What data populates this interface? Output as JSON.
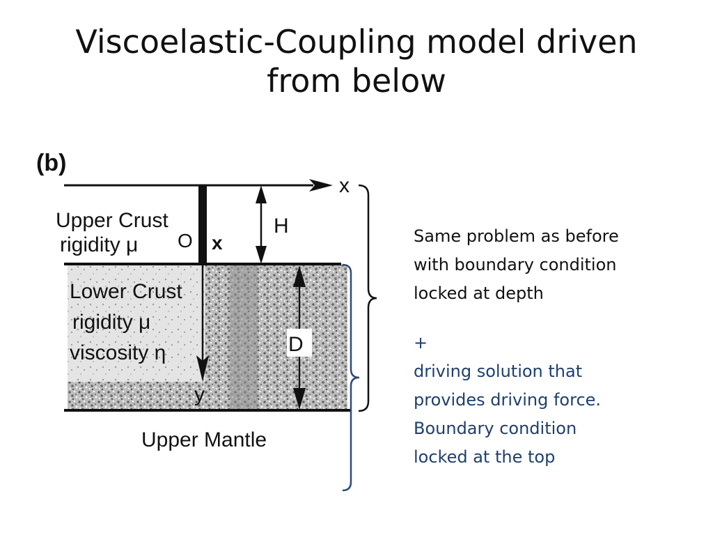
{
  "slide": {
    "title_line1": "Viscoelastic-Coupling model driven",
    "title_line2": "from below"
  },
  "diagram": {
    "panel_label": "(b)",
    "x_axis_label": "x",
    "y_axis_label": "y",
    "origin_label": "O",
    "x_marker_label": "x",
    "h_label": "H",
    "d_label": "D",
    "upper_crust_line1": "Upper Crust",
    "upper_crust_line2": "rigidity μ",
    "lower_crust_line1": "Lower Crust",
    "lower_crust_line2": "rigidity μ",
    "lower_crust_line3": "viscosity η",
    "upper_mantle": "Upper Mantle"
  },
  "notes": {
    "black_line1": "Same problem as before",
    "black_line2": "with boundary condition",
    "black_line3": "locked at depth",
    "blue_line1": "+",
    "blue_line2": "driving solution that",
    "blue_line3": "provides driving force.",
    "blue_line4": "Boundary condition",
    "blue_line5": "locked at the top"
  },
  "colors": {
    "black_bracket": "#111111",
    "blue_bracket": "#2e4a7a",
    "blue_text": "#1f3f6e",
    "texture_gray": "#9a9a9a"
  }
}
